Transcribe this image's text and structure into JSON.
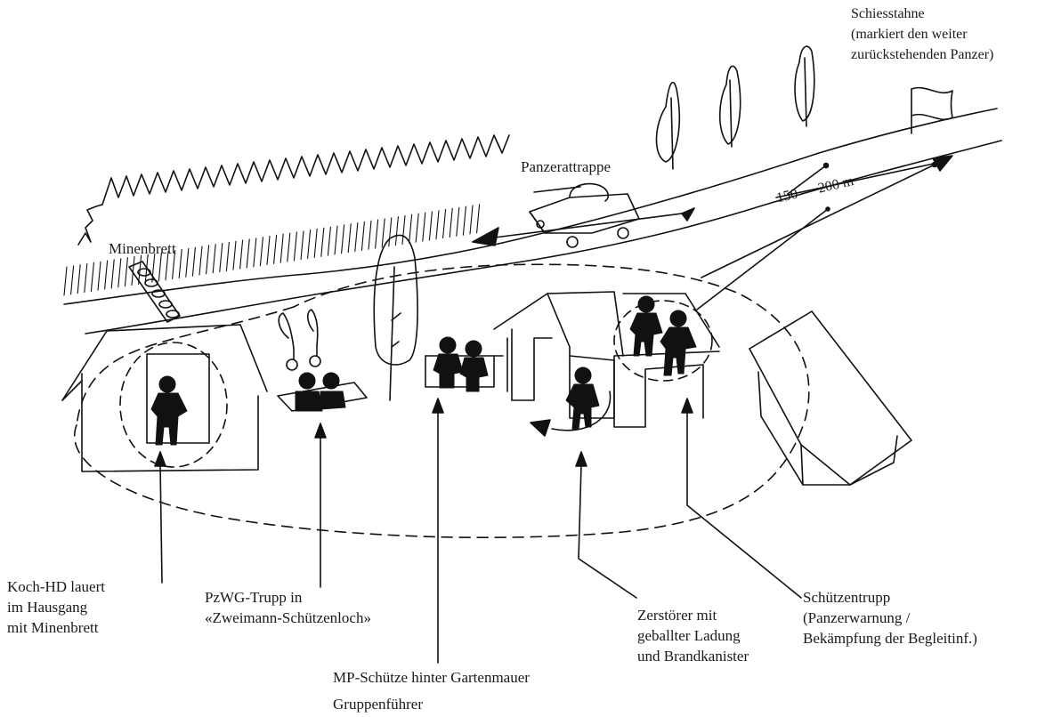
{
  "labels": {
    "flag": [
      "Schiesstahne",
      "(markiert den weiter",
      "zurückstehenden Panzer)"
    ],
    "dummy_tank": "Panzerattrappe",
    "distance": "150 — 200 m",
    "mine_board": "Minenbrett",
    "koch": [
      "Koch-HD lauert",
      "im Hausgang",
      "mit Minenbrett"
    ],
    "pzwg": [
      "PzWG-Trupp in",
      "«Zweimann-Schützenloch»"
    ],
    "mp": "MP-Schütze hinter Gartenmauer",
    "leader": "Gruppenführer",
    "destroyer": [
      "Zerstörer mit",
      "geballter Ladung",
      "und Brandkanister"
    ],
    "riflemen": [
      "Schützentrupp",
      "(Panzerwarnung /",
      "Bekämpfung der Begleitinf.)"
    ]
  },
  "colors": {
    "ink": "#111111",
    "background": "#ffffff"
  }
}
